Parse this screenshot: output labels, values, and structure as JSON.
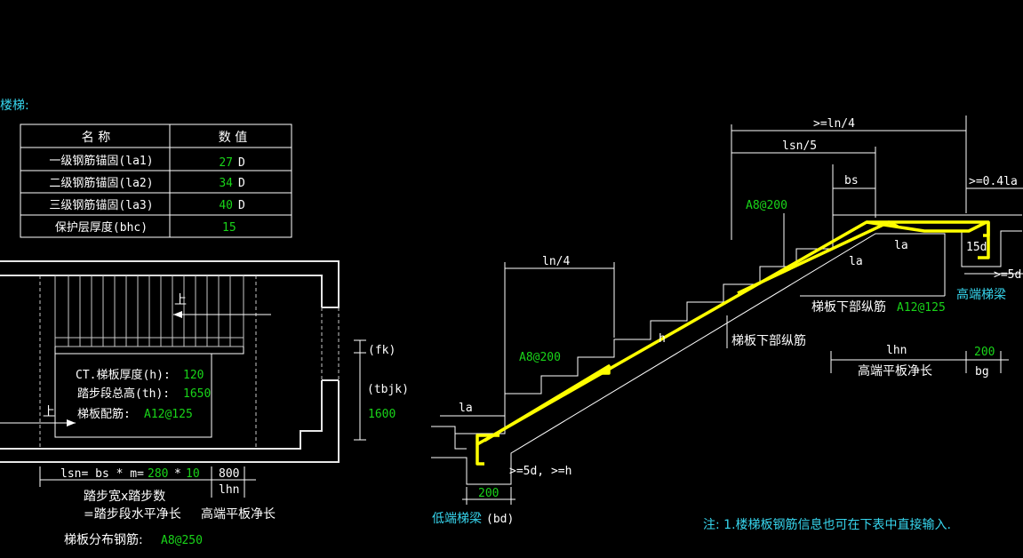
{
  "section_title": "楼梯:",
  "table": {
    "headers": [
      "名 称",
      "数 值"
    ],
    "rows": [
      {
        "name": "一级钢筋锚固(la1)",
        "value": "27",
        "unit": "D"
      },
      {
        "name": "二级钢筋锚固(la2)",
        "value": "34",
        "unit": "D"
      },
      {
        "name": "三级钢筋锚固(la3)",
        "value": "40",
        "unit": "D"
      },
      {
        "name": "保护层厚度(bhc)",
        "value": "15",
        "unit": ""
      }
    ]
  },
  "plan": {
    "up_label_1": "上",
    "up_label_2": "上",
    "thickness_label": "CT.梯板厚度(h):",
    "thickness_value": "120",
    "height_label": "踏步段总高(th):",
    "height_value": "1650",
    "rebar_label": "梯板配筋:",
    "rebar_value": "A12@125",
    "fk_label": "(fk)",
    "tbjk_label": "(tbjk)",
    "tbjk_value": "1600",
    "lsn_prefix": "lsn= bs * m=",
    "bs_value": "280",
    "times": "*",
    "m_value": "10",
    "lhn_value": "800",
    "lhn_label": "lhn",
    "step_desc": "踏步宽x踏步数",
    "eq_desc": "=踏步段水平净长",
    "high_platform_desc": "高端平板净长",
    "dist_label": "梯板分布钢筋:",
    "dist_value": "A8@250"
  },
  "section": {
    "ln4_top": ">=ln/4",
    "lsn5": "lsn/5",
    "bs": "bs",
    "gt04la": ">=0.4la",
    "a8_top": "A8@200",
    "d15": "15d",
    "gt5d_right": ">=5d",
    "la1": "la",
    "la2": "la",
    "high_beam": "高端梯梁",
    "bottom_bar_label_1": "梯板下部纵筋",
    "bottom_bar_value": "A12@125",
    "ln4_left": "ln/4",
    "h_label": "h",
    "bottom_bar_label_2": "梯板下部纵筋",
    "a8_low": "A8@200",
    "lhn": "lhn",
    "bg_value": "200",
    "high_platform_len": "高端平板净长",
    "bg": "bg",
    "la_low": "la",
    "gt5d_low": ">=5d, >=h",
    "bd_value": "200",
    "low_beam": "低端梯梁",
    "bd": "(bd)"
  },
  "note": "注: 1.楼梯板钢筋信息也可在下表中直接输入."
}
